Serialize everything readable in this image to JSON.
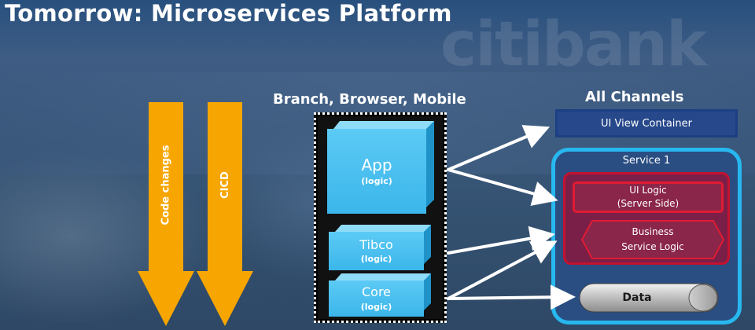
{
  "title": "Tomorrow: Microservices Platform",
  "watermark": "citibank",
  "colors": {
    "arrow_orange": "#f7a500",
    "cube_blue": "#3bb6ea",
    "service_border": "#27b8ef",
    "logic_red": "#c4122f",
    "container_navy": "#1d3f83"
  },
  "left_arrows": [
    {
      "label": "Code changes"
    },
    {
      "label": "CICD"
    }
  ],
  "left_heading": "Branch, Browser, Mobile",
  "right_heading": "All Channels",
  "cubes": [
    {
      "name": "App",
      "sub": "(logic)"
    },
    {
      "name": "Tibco",
      "sub": "(logic)"
    },
    {
      "name": "Core",
      "sub": "(logic)"
    }
  ],
  "ui_view_container": "UI View Container",
  "service": {
    "label": "Service 1",
    "ui_logic": {
      "line1": "UI Logic",
      "line2": "(Server Side)"
    },
    "business_logic": {
      "line1": "Business",
      "line2": "Service Logic"
    },
    "data": "Data"
  }
}
